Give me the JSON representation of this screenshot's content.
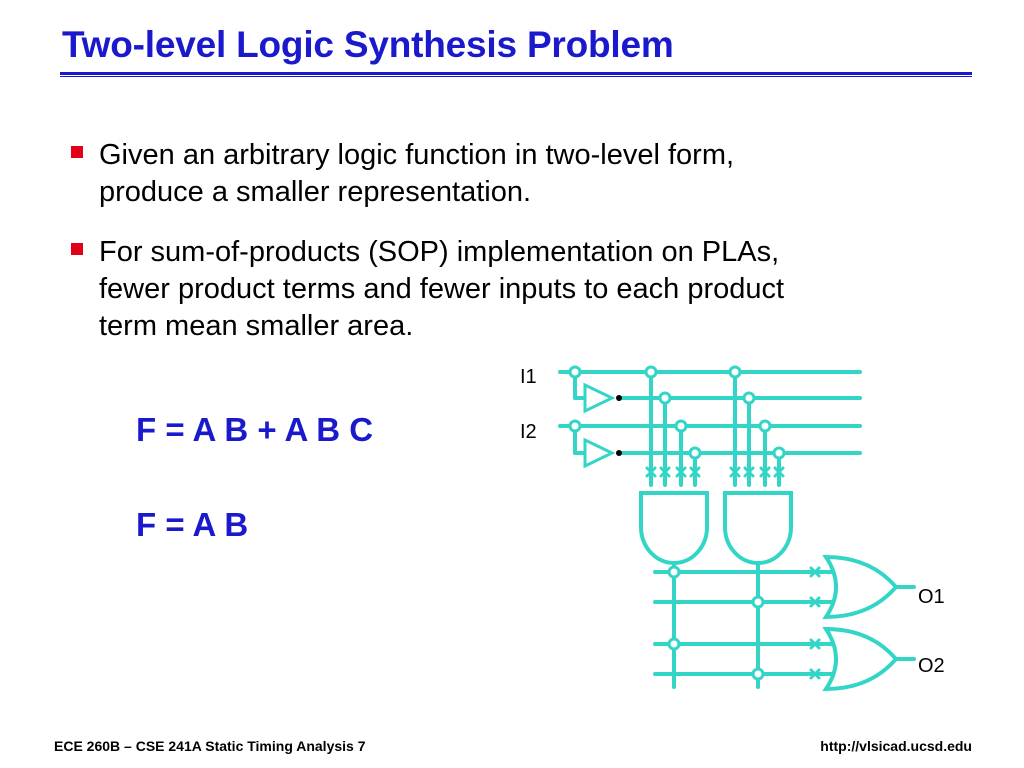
{
  "slide": {
    "title": "Two-level Logic Synthesis Problem",
    "bullets": [
      "Given an arbitrary logic function in two-level form,\nproduce a smaller representation.",
      "For sum-of-products (SOP) implementation on PLAs,\nfewer product terms and fewer inputs to each product\nterm mean smaller area."
    ],
    "equations": {
      "original": "F = A B + A B C",
      "minimized": "F = A B"
    }
  },
  "circuit": {
    "inputs": [
      "I1",
      "I2"
    ],
    "outputs": [
      "O1",
      "O2"
    ],
    "colors": {
      "wire": "#33d6c6",
      "gate": "#33d6c6",
      "dot": "#000000"
    }
  },
  "footer": {
    "left": "ECE 260B – CSE 241A Static Timing Analysis 7",
    "right": "http://vlsicad.ucsd.edu"
  },
  "colors": {
    "title": "#1a1acc",
    "bullet_marker": "#e0001a",
    "equation": "#1a1acc"
  }
}
